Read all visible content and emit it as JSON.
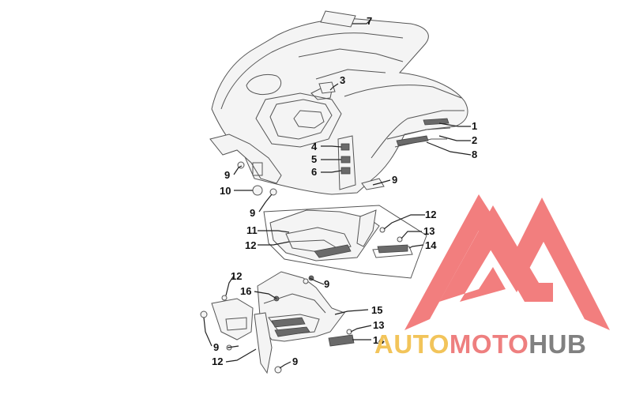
{
  "callouts": [
    {
      "id": "c1",
      "text": "1"
    },
    {
      "id": "c2",
      "text": "2"
    },
    {
      "id": "c3",
      "text": "3"
    },
    {
      "id": "c4",
      "text": "4"
    },
    {
      "id": "c5",
      "text": "5"
    },
    {
      "id": "c6",
      "text": "6"
    },
    {
      "id": "c7",
      "text": "7"
    },
    {
      "id": "c8",
      "text": "8"
    },
    {
      "id": "c9a",
      "text": "9"
    },
    {
      "id": "c9b",
      "text": "9"
    },
    {
      "id": "c9c",
      "text": "9"
    },
    {
      "id": "c9d",
      "text": "9"
    },
    {
      "id": "c9e",
      "text": "9"
    },
    {
      "id": "c9f",
      "text": "9"
    },
    {
      "id": "c10",
      "text": "10"
    },
    {
      "id": "c11",
      "text": "11"
    },
    {
      "id": "c12a",
      "text": "12"
    },
    {
      "id": "c12b",
      "text": "12"
    },
    {
      "id": "c12c",
      "text": "12"
    },
    {
      "id": "c12d",
      "text": "12"
    },
    {
      "id": "c13a",
      "text": "13"
    },
    {
      "id": "c13b",
      "text": "13"
    },
    {
      "id": "c14a",
      "text": "14"
    },
    {
      "id": "c14b",
      "text": "14"
    },
    {
      "id": "c15",
      "text": "15"
    },
    {
      "id": "c16",
      "text": "16"
    }
  ],
  "watermark": {
    "brand_part1": "AUTO",
    "brand_part2": "MOTO",
    "brand_part3": "HUB",
    "color_part1": "#f2c45a",
    "color_part2": "#ee7f7f",
    "color_part3": "#808080",
    "logo_color": "#ef5b5b"
  }
}
